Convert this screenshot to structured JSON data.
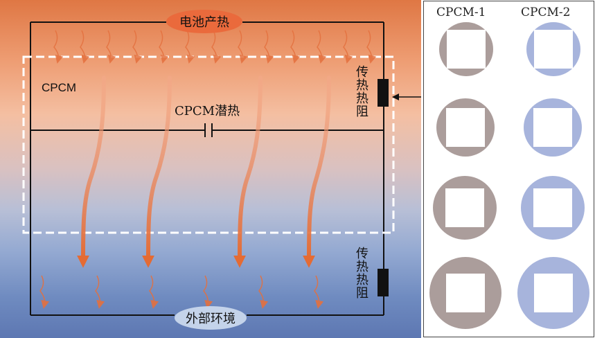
{
  "diagram": {
    "heat_source_label": "电池产热",
    "environment_label": "外部环境",
    "cpcm_label": "CPCM",
    "latent_heat_label": "CPCM潜热",
    "resistance_top_label": "传热热阻",
    "resistance_bottom_label": "传热热阻",
    "colors": {
      "heat_source_pill": "#ea6a3c",
      "environment_pill": "#c4d3ea",
      "arrow": "#e4703e",
      "dashed_box": "#ffffff",
      "circuit": "#111111"
    }
  },
  "samples": {
    "column_titles": [
      "CPCM-1",
      "CPCM-2"
    ],
    "rows": 4,
    "colors": {
      "cpcm1": "#ab9d9b",
      "cpcm2": "#a7b4dc"
    }
  }
}
